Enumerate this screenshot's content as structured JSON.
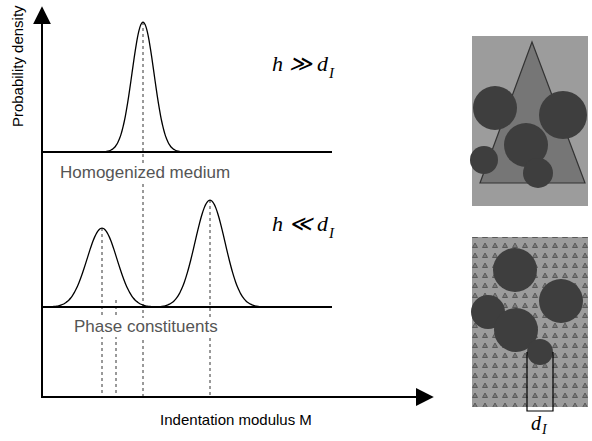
{
  "diagram": {
    "labels": [
      "Probability density",
      "h ≫ d",
      "I",
      "Homogenized medium",
      "h ≪ d",
      "I",
      "Phase constituents",
      "Indentation modulus M",
      "d",
      "I"
    ]
  }
}
